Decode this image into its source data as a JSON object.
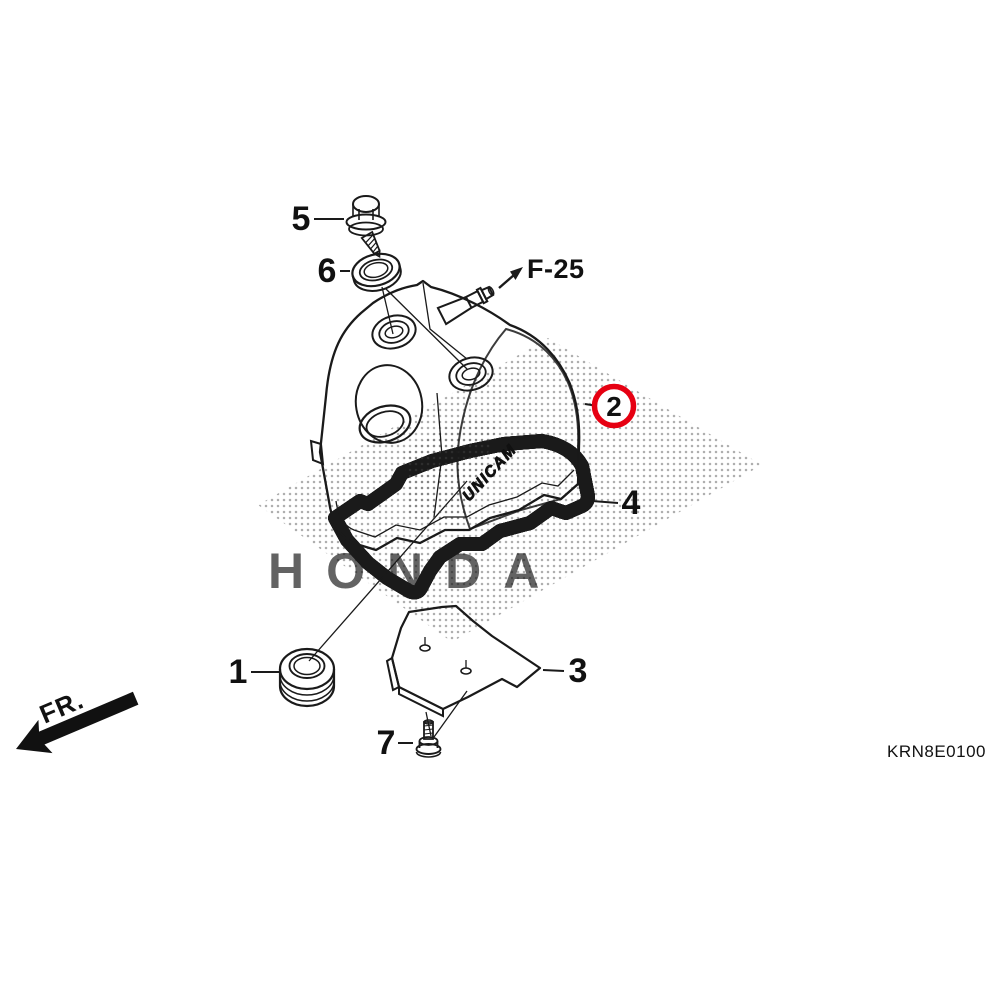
{
  "diagram": {
    "code": "KRN8E0100",
    "watermark_text": "HONDA",
    "cover_engraving": "UNICAM",
    "front_marker_label": "FR.",
    "cross_reference_label": "F-25",
    "colors": {
      "line": "#1a1a1a",
      "highlight": "#e60012",
      "background": "#ffffff"
    },
    "callouts": [
      {
        "label": "1",
        "highlighted": false
      },
      {
        "label": "2",
        "highlighted": true
      },
      {
        "label": "3",
        "highlighted": false
      },
      {
        "label": "4",
        "highlighted": false
      },
      {
        "label": "5",
        "highlighted": false
      },
      {
        "label": "6",
        "highlighted": false
      },
      {
        "label": "7",
        "highlighted": false
      }
    ]
  }
}
